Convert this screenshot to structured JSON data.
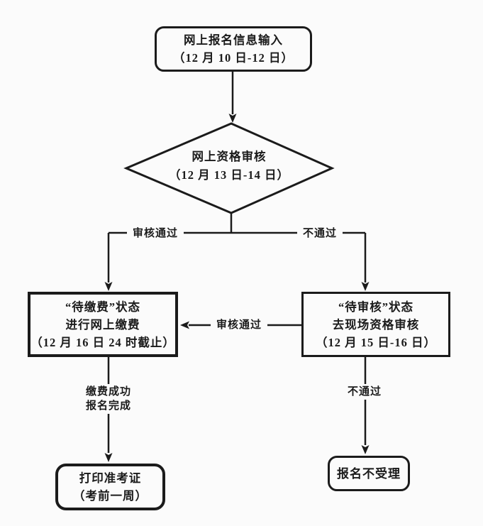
{
  "colors": {
    "background": "#fbfbfb",
    "ink": "#1b1b1b"
  },
  "nodes": {
    "start": {
      "lines": [
        "网上报名信息输入",
        "（12 月 10 日-12 日）"
      ]
    },
    "decision": {
      "lines": [
        "网上资格审核",
        "（12 月 13 日-14 日）"
      ]
    },
    "pay": {
      "lines": [
        "“待缴费”状态",
        "进行网上缴费",
        "（12 月 16 日 24 时截止）"
      ]
    },
    "onsite": {
      "lines": [
        "“待审核”状态",
        "去现场资格审核",
        "（12 月 15 日-16 日）"
      ]
    },
    "print": {
      "lines": [
        "打印准考证",
        "（考前一周）"
      ]
    },
    "reject": {
      "lines": [
        "报名不受理"
      ]
    }
  },
  "edges": {
    "pass_left": {
      "label": "审核通过"
    },
    "fail_right": {
      "label": "不通过"
    },
    "onsite_pass": {
      "label": "审核通过"
    },
    "pay_done": {
      "lines": [
        "缴费成功",
        "报名完成"
      ]
    },
    "fail_bottom": {
      "label": "不通过"
    }
  }
}
